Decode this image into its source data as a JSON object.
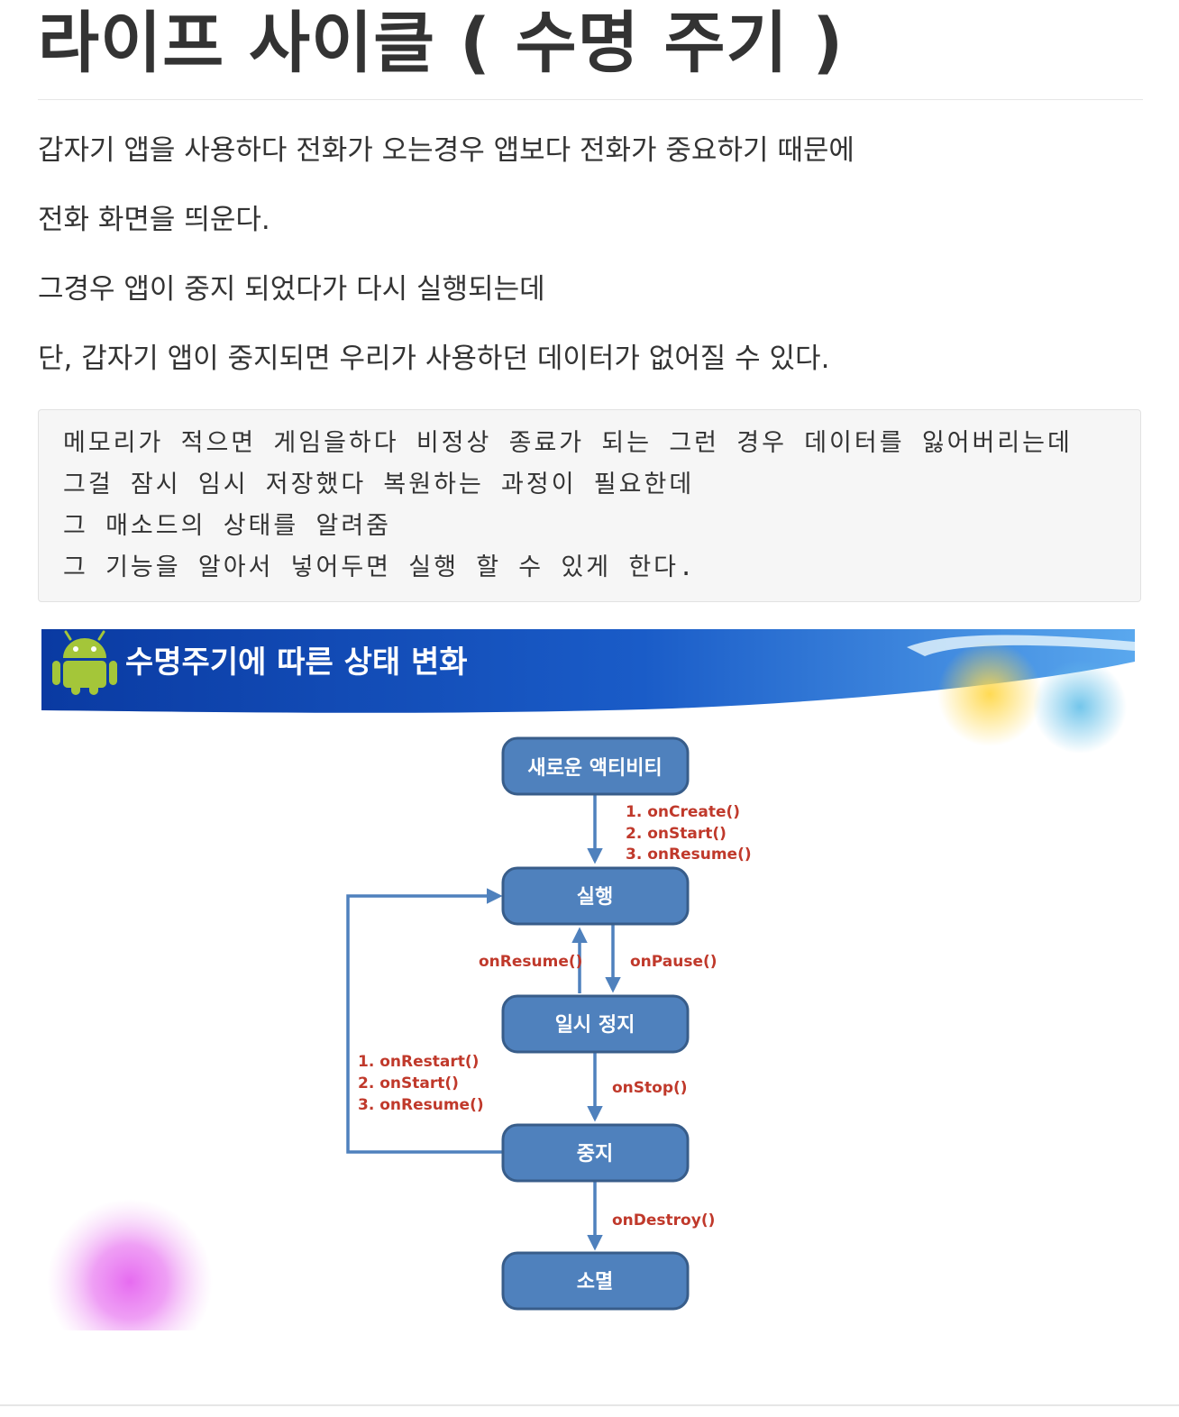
{
  "page": {
    "title": "라이프 사이클 ( 수명 주기 )",
    "paragraphs": [
      "갑자기  앱을 사용하다 전화가 오는경우 앱보다 전화가 중요하기 때문에",
      "전화 화면을 띄운다.",
      "그경우 앱이 중지 되었다가 다시 실행되는데",
      "단, 갑자기 앱이 중지되면 우리가 사용하던 데이터가 없어질 수 있다."
    ],
    "code_lines": [
      "메모리가 적으면 게임을하다 비정상 종료가 되는 그런 경우 데이터를 잃어버리는데",
      "그걸 잠시 임시 저장했다 복원하는 과정이 필요한데",
      "그 매소드의 상태를 알려줌",
      "그 기능을 알아서 넣어두면 실행 할 수 있게 한다."
    ]
  },
  "diagram": {
    "banner_title": "수명주기에 따른 상태 변화",
    "states": {
      "new": "새로운 액티비티",
      "running": "실행",
      "paused": "일시 정지",
      "stopped": "중지",
      "destroyed": "소멸"
    },
    "transitions": {
      "create_steps": [
        "1. onCreate()",
        "2. onStart()",
        "3. onResume()"
      ],
      "on_resume": "onResume()",
      "on_pause": "onPause()",
      "on_stop": "onStop()",
      "restart_steps": [
        "1. onRestart()",
        "2. onStart()",
        "3. onResume()"
      ],
      "on_destroy": "onDestroy()"
    },
    "colors": {
      "box_fill": "#4f81bd",
      "box_stroke": "#385d8a",
      "arrow": "#4f81bd",
      "method_text": "#c0392b",
      "banner_dark": "#0b3ea8",
      "banner_light": "#3a8ee6",
      "android_green": "#a4c639"
    },
    "icons": [
      "android-robot-icon"
    ]
  }
}
